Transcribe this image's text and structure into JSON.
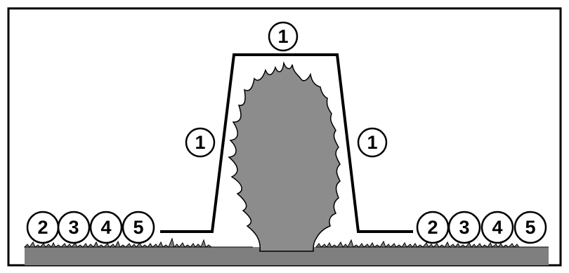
{
  "diagram": {
    "colors": {
      "frame": "#000000",
      "ground": "#7f7f7f",
      "tree": "#8c8c8c",
      "line": "#000000",
      "badge_fill": "#ffffff",
      "badge_text": "#000000"
    },
    "top_label": "1",
    "left_slope_label": "1",
    "right_slope_label": "1",
    "left_group": [
      "2",
      "3",
      "4",
      "5"
    ],
    "right_group": [
      "2",
      "3",
      "4",
      "5"
    ]
  }
}
